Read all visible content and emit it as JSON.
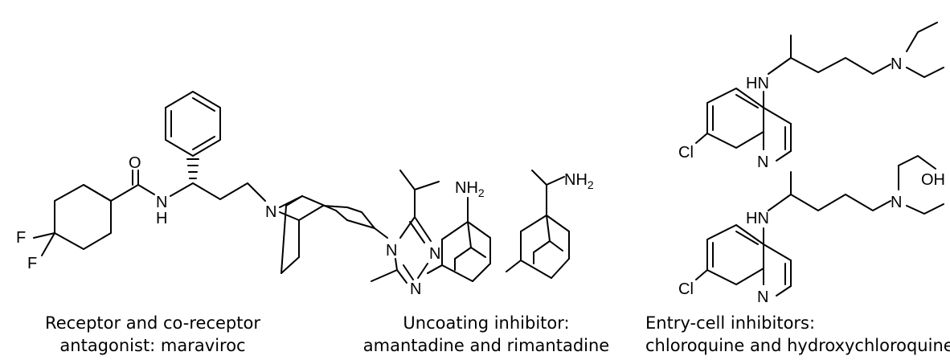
{
  "atoms": {
    "O": "O",
    "NH": "N",
    "H": "H",
    "N": "N",
    "F": "F",
    "HN": "HN",
    "Cl": "Cl",
    "OH": "OH",
    "NH2": "NH",
    "two": "2"
  },
  "captions": {
    "maraviroc": [
      "Receptor and co-receptor",
      "antagonist: maraviroc"
    ],
    "amantadine": [
      "Uncoating inhibitor:",
      "amantadine and rimantadine"
    ],
    "chloroquine": [
      "Entry-cell inhibitors:",
      "chloroquine and hydroxychloroquine"
    ]
  }
}
